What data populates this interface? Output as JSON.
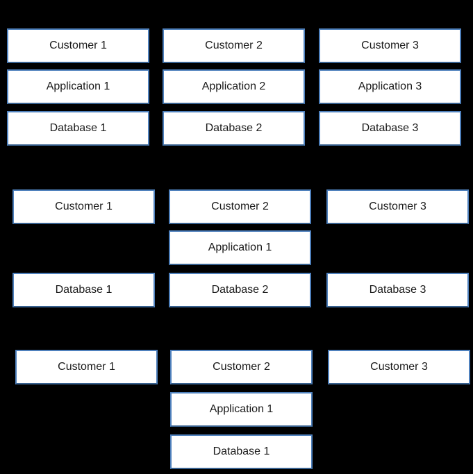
{
  "theme": {
    "canvas_bg": "#000000",
    "box_fill": "#ffffff",
    "box_border": "#4f81bd",
    "box_border_dark": "#38618f",
    "box_text": "#1a1a1a"
  },
  "diagram": {
    "sections": [
      {
        "boxes": [
          "Customer 1",
          "Customer 2",
          "Customer 3",
          "Application 1",
          "Application 2",
          "Application 3",
          "Database 1",
          "Database 2",
          "Database 3"
        ]
      },
      {
        "boxes": [
          "Customer 1",
          "Customer 2",
          "Customer 3",
          "Application 1",
          "Database 1",
          "Database 2",
          "Database 3"
        ]
      },
      {
        "boxes": [
          "Customer 1",
          "Customer 2",
          "Customer 3",
          "Application 1",
          "Database 1"
        ]
      }
    ]
  }
}
